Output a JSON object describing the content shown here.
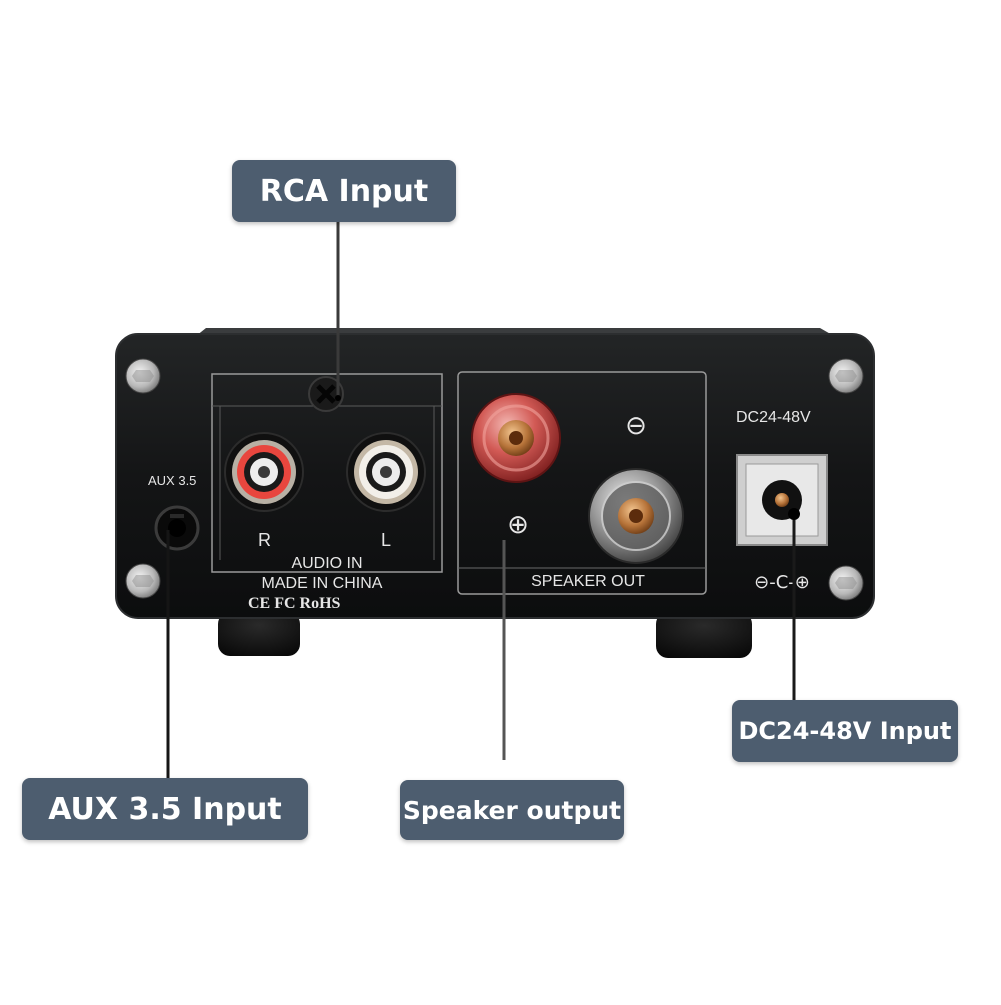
{
  "callouts": {
    "rca": "RCA Input",
    "aux": "AUX 3.5 Input",
    "speaker": "Speaker output",
    "dc": "DC24-48V Input"
  },
  "panel": {
    "aux_label": "AUX 3.5",
    "jack_r": "R",
    "jack_l": "L",
    "audio_in": "AUDIO IN",
    "made_in": "MADE IN CHINA",
    "certs": "CE FC RoHS",
    "plus_mark": "⊕",
    "minus_mark": "⊖",
    "speaker_out": "SPEAKER OUT",
    "dc_label": "DC24-48V",
    "polarity": "⊖-C-⊕"
  },
  "colors": {
    "callout_bg": "#4d5d6f",
    "chassis": "#141516",
    "red_post": "#c2403e",
    "copper_pin": "#b7743a"
  }
}
